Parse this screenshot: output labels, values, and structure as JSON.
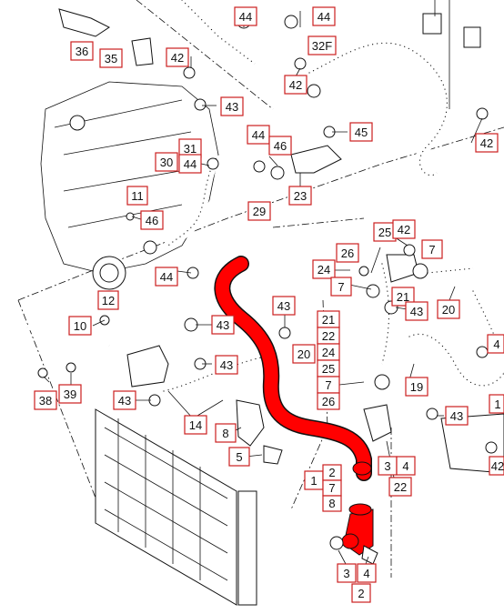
{
  "diagram": {
    "highlight_color": "#ff0000",
    "callout_border_color": "#cc1f1f",
    "line_color": "#111111",
    "callouts": [
      {
        "id": "c44a",
        "label": "44"
      },
      {
        "id": "c44b",
        "label": "44"
      },
      {
        "id": "c32f",
        "label": "32F"
      },
      {
        "id": "c36",
        "label": "36"
      },
      {
        "id": "c35",
        "label": "35"
      },
      {
        "id": "c42a",
        "label": "42"
      },
      {
        "id": "c42b",
        "label": "42"
      },
      {
        "id": "c42c",
        "label": "42"
      },
      {
        "id": "c43a",
        "label": "43"
      },
      {
        "id": "c45",
        "label": "45"
      },
      {
        "id": "c31",
        "label": "31"
      },
      {
        "id": "c30",
        "label": "30"
      },
      {
        "id": "c44c",
        "label": "44"
      },
      {
        "id": "c44d",
        "label": "44"
      },
      {
        "id": "c46a",
        "label": "46"
      },
      {
        "id": "c23",
        "label": "23"
      },
      {
        "id": "c29",
        "label": "29"
      },
      {
        "id": "c11",
        "label": "11"
      },
      {
        "id": "c46b",
        "label": "46"
      },
      {
        "id": "c44e",
        "label": "44"
      },
      {
        "id": "c12",
        "label": "12"
      },
      {
        "id": "c25",
        "label": "25"
      },
      {
        "id": "c42d",
        "label": "42"
      },
      {
        "id": "c7a",
        "label": "7"
      },
      {
        "id": "c26a",
        "label": "26"
      },
      {
        "id": "c24a",
        "label": "24"
      },
      {
        "id": "c7b",
        "label": "7"
      },
      {
        "id": "c21a",
        "label": "21"
      },
      {
        "id": "c43b",
        "label": "43"
      },
      {
        "id": "c20a",
        "label": "20"
      },
      {
        "id": "c43c",
        "label": "43"
      },
      {
        "id": "c10",
        "label": "10"
      },
      {
        "id": "c43d",
        "label": "43"
      },
      {
        "id": "c21b",
        "label": "21"
      },
      {
        "id": "c22a",
        "label": "22"
      },
      {
        "id": "c20b",
        "label": "20"
      },
      {
        "id": "c24b",
        "label": "24"
      },
      {
        "id": "c25b",
        "label": "25"
      },
      {
        "id": "c7c",
        "label": "7"
      },
      {
        "id": "c26b",
        "label": "26"
      },
      {
        "id": "c43e",
        "label": "43"
      },
      {
        "id": "c19",
        "label": "19"
      },
      {
        "id": "c38",
        "label": "38"
      },
      {
        "id": "c39",
        "label": "39"
      },
      {
        "id": "c43f",
        "label": "43"
      },
      {
        "id": "c14",
        "label": "14"
      },
      {
        "id": "c8a",
        "label": "8"
      },
      {
        "id": "c5",
        "label": "5"
      },
      {
        "id": "c43g",
        "label": "43"
      },
      {
        "id": "c1a",
        "label": "1"
      },
      {
        "id": "c2a",
        "label": "2"
      },
      {
        "id": "c7d",
        "label": "7"
      },
      {
        "id": "c8b",
        "label": "8"
      },
      {
        "id": "c3a",
        "label": "3"
      },
      {
        "id": "c4a",
        "label": "4"
      },
      {
        "id": "c22b",
        "label": "22"
      },
      {
        "id": "c3b",
        "label": "3"
      },
      {
        "id": "c4b",
        "label": "4"
      },
      {
        "id": "c2b",
        "label": "2"
      },
      {
        "id": "c4c",
        "label": "4"
      },
      {
        "id": "c1b",
        "label": "1"
      },
      {
        "id": "c42e",
        "label": "42"
      }
    ]
  }
}
